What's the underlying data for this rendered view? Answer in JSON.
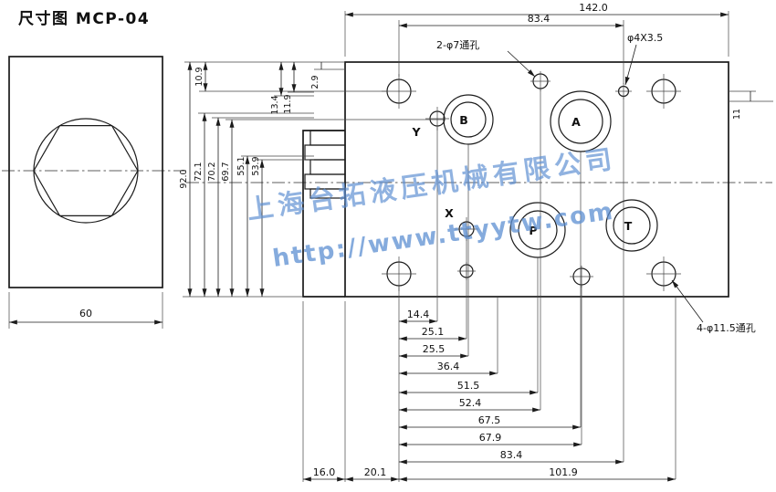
{
  "title": "尺寸图 MCP-04",
  "watermark": {
    "line1": "上海台拓液压机械有限公司",
    "line2": "http://www.ttyytw.com",
    "color": "#5d8fd2"
  },
  "left_view": {
    "dim_width": "60"
  },
  "plate": {
    "top_dims": {
      "overall": "142.0",
      "holes": "83.4"
    },
    "callouts": {
      "through_holes_7": "2-φ7通孔",
      "hole_4x35": "φ4X3.5",
      "through_holes_115": "4-φ11.5通孔"
    },
    "ports": {
      "a": "A",
      "b": "B",
      "p": "P",
      "t": "T",
      "x": "X",
      "y": "Y"
    },
    "left_dims": [
      "92.0",
      "72.1",
      "70.2",
      "69.7",
      "55.1",
      "53.9"
    ],
    "upper_dims": [
      "10.9",
      "2.9",
      "13.4",
      "11.9"
    ],
    "right_dim": "11",
    "bottom_dims": [
      "14.4",
      "25.1",
      "25.5",
      "36.4",
      "51.5",
      "52.4",
      "67.5",
      "67.9",
      "83.4",
      "101.9"
    ],
    "bottom_left_dims": [
      "16.0",
      "20.1"
    ]
  }
}
